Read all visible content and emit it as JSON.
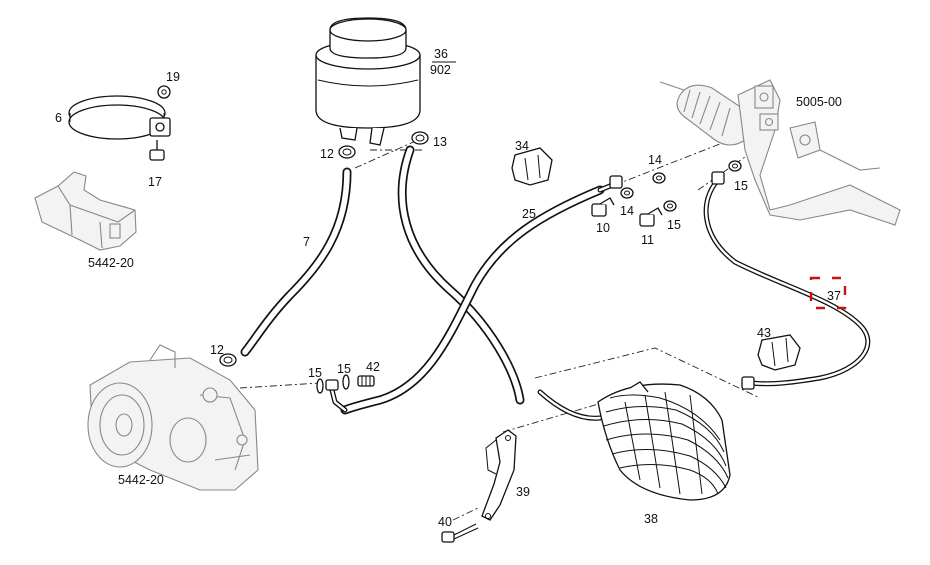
{
  "labels": {
    "p36": "36",
    "p902": "902",
    "p13": "13",
    "p12a": "12",
    "p12b": "12",
    "p7": "7",
    "p6": "6",
    "p19": "19",
    "p17": "17",
    "p5442a": "5442-20",
    "p5442b": "5442-20",
    "p34": "34",
    "p25": "25",
    "p14a": "14",
    "p14b": "14",
    "p10": "10",
    "p11": "11",
    "p15a": "15",
    "p15b": "15",
    "p15c": "15",
    "p15d": "15",
    "p42": "42",
    "p5005": "5005-00",
    "p37": "37",
    "p43": "43",
    "p38": "38",
    "p39": "39",
    "p40": "40"
  },
  "colors": {
    "line": "#111111",
    "ghost": "#888888",
    "highlight": "#cc1111"
  }
}
